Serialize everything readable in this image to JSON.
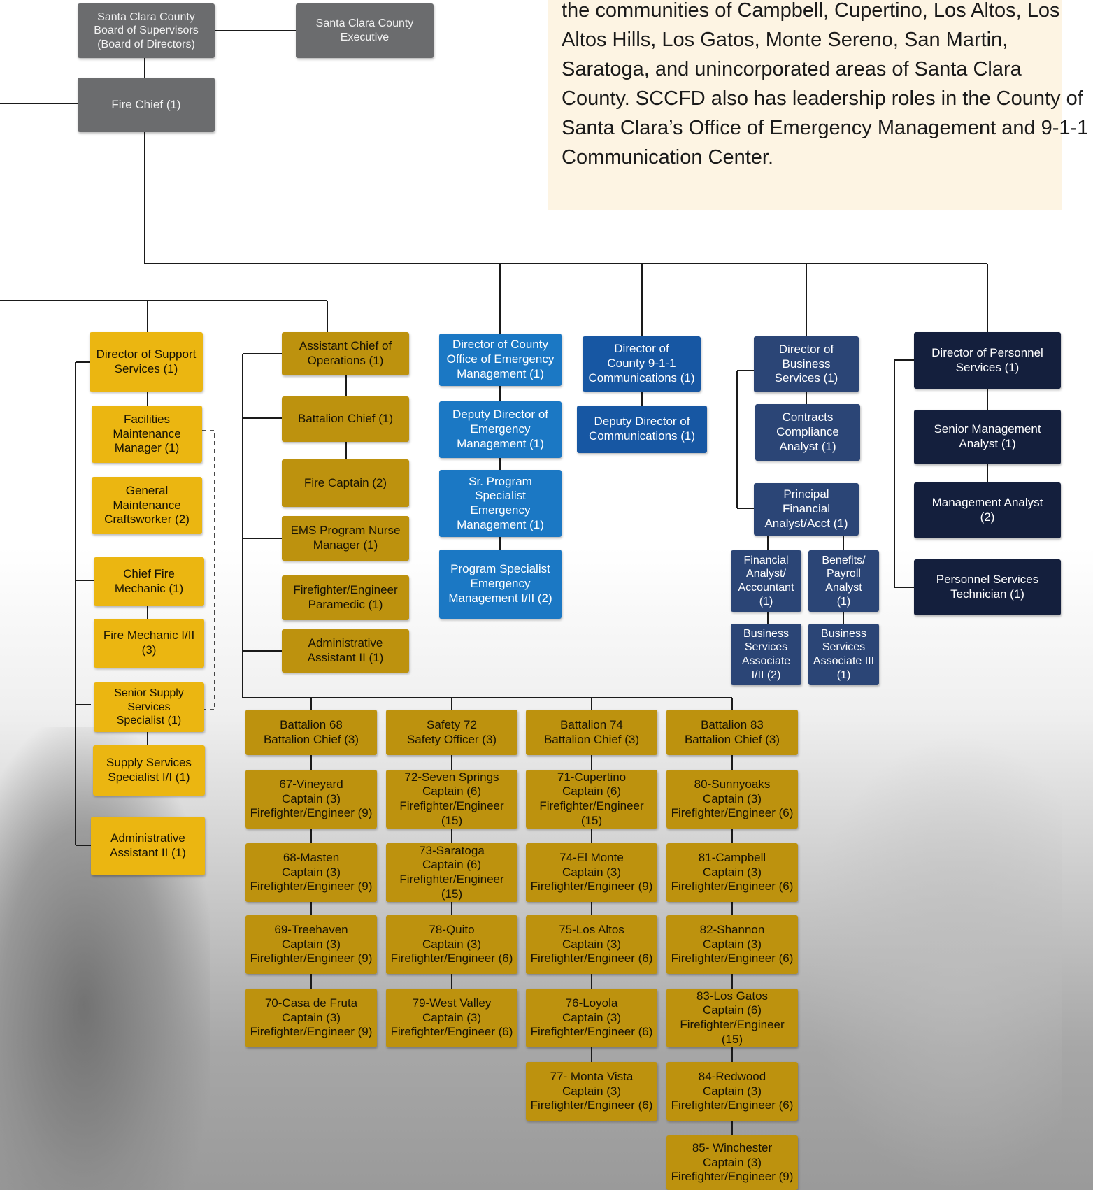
{
  "intro": "the communities of Campbell, Cupertino, Los Altos, Los Altos Hills, Los Gatos, Monte Sereno, San Martin, Saratoga, and unincorporated areas of Santa Clara County. SCCFD also has leadership roles in the County of Santa Clara’s Office of Emergency Management and 9-1-1 Communication Center.",
  "colors": {
    "gray": "#6b6c6e",
    "gold": "#bd920e",
    "yellow": "#ebb611",
    "light_blue": "#1b78c4",
    "mid_blue": "#1757a3",
    "dark_blue": "#2b4576",
    "navy": "#141f3d",
    "intro_bg": "#fdf4e3"
  },
  "top": {
    "board": [
      "Santa Clara County",
      "Board of Supervisors",
      "(Board of Directors)"
    ],
    "executive": [
      "Santa Clara County",
      "Executive"
    ],
    "fire_chief": [
      "Fire Chief (1)"
    ]
  },
  "support": {
    "director": [
      "Director of Support",
      "Services (1)"
    ],
    "facilities_manager": [
      "Facilities",
      "Maintenance",
      "Manager (1)"
    ],
    "general_maintenance": [
      "General",
      "Maintenance",
      "Craftsworker (2)"
    ],
    "chief_fire_mechanic": [
      "Chief Fire",
      "Mechanic (1)"
    ],
    "fire_mechanic": [
      "Fire Mechanic I/II",
      "(3)"
    ],
    "senior_supply": [
      "Senior Supply",
      "Services",
      "Specialist (1)"
    ],
    "supply_specialist": [
      "Supply Services",
      "Specialist I/I (1)"
    ],
    "admin_assistant": [
      "Administrative",
      "Assistant II (1)"
    ]
  },
  "operations": {
    "assistant_chief": [
      "Assistant Chief of",
      "Operations (1)"
    ],
    "battalion_chief": [
      "Battalion Chief (1)"
    ],
    "fire_captain": [
      "Fire Captain (2)"
    ],
    "ems_nurse": [
      "EMS Program Nurse",
      "Manager (1)"
    ],
    "ff_paramedic": [
      "Firefighter/Engineer",
      "Paramedic (1)"
    ],
    "admin_assistant": [
      "Administrative",
      "Assistant II (1)"
    ]
  },
  "battalions": [
    {
      "head": [
        "Battalion 68",
        "Battalion Chief (3)"
      ],
      "stations": [
        [
          "67-Vineyard",
          "Captain (3)",
          "Firefighter/Engineer (9)"
        ],
        [
          "68-Masten",
          "Captain (3)",
          "Firefighter/Engineer (9)"
        ],
        [
          "69-Treehaven",
          "Captain (3)",
          "Firefighter/Engineer (9)"
        ],
        [
          "70-Casa de Fruta",
          "Captain (3)",
          "Firefighter/Engineer (9)"
        ]
      ]
    },
    {
      "head": [
        "Safety 72",
        "Safety Officer (3)"
      ],
      "stations": [
        [
          "72-Seven Springs",
          "Captain (6)",
          "Firefighter/Engineer (15)"
        ],
        [
          "73-Saratoga",
          "Captain (6)",
          "Firefighter/Engineer (15)"
        ],
        [
          "78-Quito",
          "Captain (3)",
          "Firefighter/Engineer (6)"
        ],
        [
          "79-West Valley",
          "Captain (3)",
          "Firefighter/Engineer (6)"
        ]
      ]
    },
    {
      "head": [
        "Battalion 74",
        "Battalion Chief (3)"
      ],
      "stations": [
        [
          "71-Cupertino",
          "Captain (6)",
          "Firefighter/Engineer (15)"
        ],
        [
          "74-El Monte",
          "Captain (3)",
          "Firefighter/Engineer (9)"
        ],
        [
          "75-Los Altos",
          "Captain (3)",
          "Firefighter/Engineer (6)"
        ],
        [
          "76-Loyola",
          "Captain (3)",
          "Firefighter/Engineer (6)"
        ],
        [
          "77- Monta Vista",
          "Captain (3)",
          "Firefighter/Engineer (6)"
        ]
      ]
    },
    {
      "head": [
        "Battalion 83",
        "Battalion Chief (3)"
      ],
      "stations": [
        [
          "80-Sunnyoaks",
          "Captain (3)",
          "Firefighter/Engineer (6)"
        ],
        [
          "81-Campbell",
          "Captain (3)",
          "Firefighter/Engineer (6)"
        ],
        [
          "82-Shannon",
          "Captain (3)",
          "Firefighter/Engineer (6)"
        ],
        [
          "83-Los Gatos",
          "Captain (6)",
          "Firefighter/Engineer (15)"
        ],
        [
          "84-Redwood",
          "Captain (3)",
          "Firefighter/Engineer (6)"
        ],
        [
          "85- Winchester",
          "Captain (3)",
          "Firefighter/Engineer (9)"
        ]
      ]
    }
  ],
  "oem": {
    "director": [
      "Director of County",
      "Office of Emergency",
      "Management (1)"
    ],
    "deputy": [
      "Deputy Director of",
      "Emergency",
      "Management (1)"
    ],
    "sr_specialist": [
      "Sr. Program",
      "Specialist",
      "Emergency",
      "Management (1)"
    ],
    "specialist": [
      "Program Specialist",
      "Emergency",
      "Management I/II (2)"
    ]
  },
  "comms": {
    "director": [
      "Director of",
      "County 9-1-1",
      "Communications (1)"
    ],
    "deputy": [
      "Deputy Director of",
      "Communications (1)"
    ]
  },
  "business": {
    "director": [
      "Director of",
      "Business",
      "Services (1)"
    ],
    "contracts": [
      "Contracts",
      "Compliance",
      "Analyst (1)"
    ],
    "principal": [
      "Principal",
      "Financial",
      "Analyst/Acct (1)"
    ],
    "fin_analyst": [
      "Financial",
      "Analyst/",
      "Accountant",
      "(1)"
    ],
    "benefits": [
      "Benefits/",
      "Payroll",
      "Analyst",
      "(1)"
    ],
    "bsa_1": [
      "Business",
      "Services",
      "Associate",
      "I/II (2)"
    ],
    "bsa_3": [
      "Business",
      "Services",
      "Associate III",
      "(1)"
    ]
  },
  "personnel": {
    "director": [
      "Director of Personnel",
      "Services (1)"
    ],
    "senior_analyst": [
      "Senior Management",
      "Analyst (1)"
    ],
    "analyst": [
      "Management Analyst",
      "(2)"
    ],
    "technician": [
      "Personnel Services",
      "Technician (1)"
    ]
  }
}
